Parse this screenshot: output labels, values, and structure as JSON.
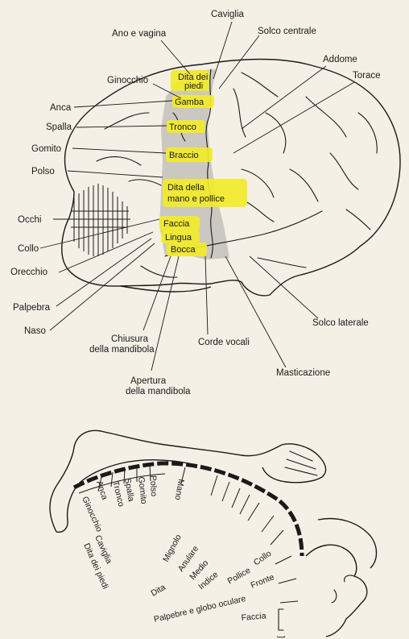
{
  "top_labels": {
    "caviglia": "Caviglia",
    "solco_centrale": "Solco centrale",
    "ano_vagina": "Ano e vagina",
    "addome": "Addome",
    "torace": "Torace",
    "ginocchio": "Ginocchio",
    "anca": "Anca",
    "spalla": "Spalla",
    "gomito": "Gomito",
    "polso": "Polso",
    "occhi": "Occhi",
    "collo": "Collo",
    "orecchio": "Orecchio",
    "palpebra": "Palpebra",
    "naso": "Naso",
    "chiusura_1": "Chiusura",
    "chiusura_2": "della mandibola",
    "corde_vocali": "Corde vocali",
    "solco_laterale": "Solco laterale",
    "masticazione": "Masticazione",
    "apertura_1": "Apertura",
    "apertura_2": "della mandibola"
  },
  "highlighted": {
    "dita_piedi_1": "Dita dei",
    "dita_piedi_2": "piedi",
    "gamba": "Gamba",
    "tronco": "Tronco",
    "braccio": "Braccio",
    "dita_mano_1": "Dita della",
    "dita_mano_2": "mano e pollice",
    "faccia": "Faccia",
    "lingua": "Lingua",
    "bocca": "Bocca"
  },
  "homunculus": {
    "anca": "Anca",
    "tronco": "Tronco",
    "spalla": "Spalla",
    "gomito": "Gomito",
    "polso": "Polso",
    "mano": "Mano",
    "ginocchio": "Ginocchio",
    "caviglia": "Caviglia",
    "dita_piedi": "Dita dei piedi",
    "mignolo": "Mignolo",
    "anulare": "Anulare",
    "medio": "Medio",
    "indice": "Indice",
    "pollice": "Pollice",
    "collo": "Collo",
    "fronte": "Fronte",
    "dita": "Dita",
    "palpebre": "Palpebre e globo oculare",
    "faccia": "Faccia"
  },
  "colors": {
    "highlight": "#f2ea2a",
    "cortex_band": "#b9b7b0",
    "ink": "#1a1a1a",
    "paper": "#f4f0e6"
  }
}
